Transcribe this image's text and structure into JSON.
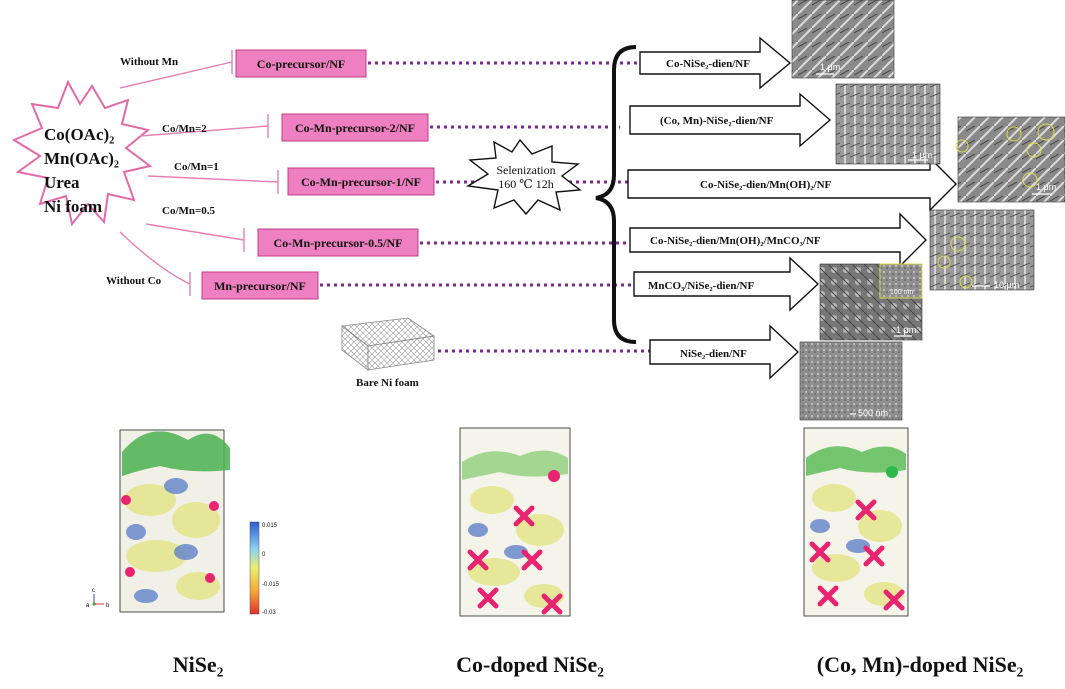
{
  "star": {
    "lines": [
      "Co(OAc)₂",
      "Mn(OAc)₂",
      "Urea",
      "Ni foam"
    ]
  },
  "branch_labels": [
    "Without  Mn",
    "Co/Mn=2",
    "Co/Mn=1",
    "Co/Mn=0.5",
    "Without  Co"
  ],
  "precursors": [
    "Co-precursor/NF",
    "Co-Mn-precursor-2/NF",
    "Co-Mn-precursor-1/NF",
    "Co-Mn-precursor-0.5/NF",
    "Mn-precursor/NF"
  ],
  "bare_foam": "Bare Ni foam",
  "selenization": {
    "line1": "Selenization",
    "line2": "160 ℃ 12h"
  },
  "products": [
    "Co-NiSe₂-dien/NF",
    "(Co, Mn)-NiSe₂-dien/NF",
    "Co-NiSe₂-dien/Mn(OH)₂/NF",
    "Co-NiSe₂-dien/Mn(OH)₂/MnCO₃/NF",
    "MnCO₃/NiSe₂-dien/NF",
    "NiSe₂-dien/NF"
  ],
  "sem_scales": [
    "1 μm",
    "1 μm",
    "1 μm",
    "10 μm",
    "1 μm",
    "500 nm"
  ],
  "sem_inset_scale": "100 nm",
  "colorbar": {
    "ticks": [
      "0.015",
      "0",
      "-0.015",
      "-0.03"
    ]
  },
  "axes_labels": [
    "c",
    "a",
    "b"
  ],
  "models": [
    "NiSe₂",
    "Co-doped NiSe₂",
    "(Co, Mn)-doped NiSe₂"
  ],
  "colors": {
    "box": "#ee7fc0",
    "dotted": "#7a2a8a",
    "branch": "#e87fb1",
    "mn": "#e8236f",
    "se": "#e8dd35",
    "charge_pos": "#e6e69a",
    "charge_neg": "#5f82c9"
  }
}
